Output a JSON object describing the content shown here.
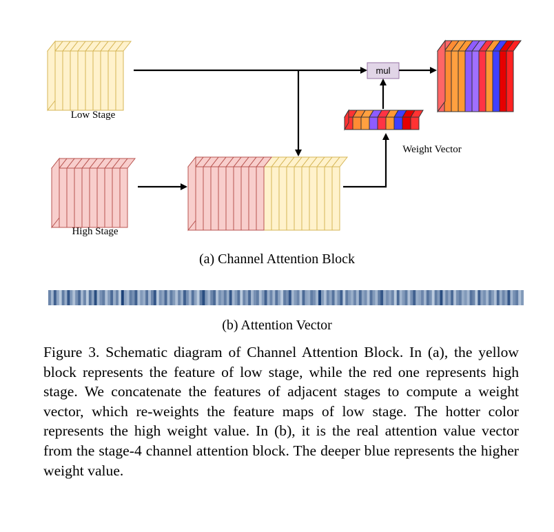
{
  "diagram": {
    "low_stage_label": "Low Stage",
    "high_stage_label": "High Stage",
    "mul_label": "mul",
    "weight_vector_label": "Weight Vector",
    "colors": {
      "low_fill": "#fff2cc",
      "low_stroke": "#d6b656",
      "high_fill": "#f8cecc",
      "high_stroke": "#b85450",
      "mul_fill": "#e1d5e7",
      "mul_stroke": "#9673a6",
      "weight_palette": [
        "#ff3333",
        "#ff8c33",
        "#ffa040",
        "#8e5cff",
        "#ff3344",
        "#ff9933",
        "#4040ff",
        "#e60000"
      ]
    }
  },
  "subcaption_a": "(a)  Channel Attention Block",
  "subcaption_b": "(b)  Attention Vector",
  "caption": "Figure 3. Schematic diagram of Channel Attention Block. In (a), the yellow block represents the feature of low stage, while the red one represents high stage. We concatenate the features of adjacent stages to compute a weight vector, which re-weights the feature maps of low stage.  The hotter color represents the high weight value.  In (b), it is the real attention value vector from the stage-4 channel attention block.  The deeper blue represents the higher weight value.",
  "attention_vector": {
    "colormap": "blues",
    "values": [
      0.55,
      0.3,
      0.75,
      0.4,
      0.2,
      0.6,
      0.35,
      0.8,
      0.45,
      0.25,
      0.5,
      0.7,
      0.3,
      0.55,
      0.2,
      0.65,
      0.4,
      0.85,
      0.3,
      0.5,
      0.6,
      0.25,
      0.45,
      0.7,
      0.35,
      0.55,
      0.2,
      0.9,
      0.4,
      0.3,
      0.6,
      0.5,
      0.75,
      0.25,
      0.45,
      0.35,
      0.65,
      0.3,
      0.55,
      0.8,
      0.2,
      0.5,
      0.4,
      0.7,
      0.3,
      0.6,
      0.45,
      0.25,
      0.55,
      0.35,
      0.75,
      0.5,
      0.3,
      0.65,
      0.4,
      0.2,
      0.6,
      0.85,
      0.45,
      0.3,
      0.55,
      0.7,
      0.25,
      0.5,
      0.4,
      0.6,
      0.35,
      0.8,
      0.3,
      0.45,
      0.65,
      0.2,
      0.55,
      0.4,
      0.7,
      0.3,
      0.5,
      0.6,
      0.25,
      0.45,
      0.75,
      0.35,
      0.55,
      0.3,
      0.65,
      0.4,
      0.2,
      0.6,
      0.5,
      0.8,
      0.3,
      0.45,
      0.55,
      0.25,
      0.7,
      0.4,
      0.35,
      0.6,
      0.5,
      0.3,
      0.9,
      0.45,
      0.25,
      0.55,
      0.4,
      0.65,
      0.3,
      0.5,
      0.75,
      0.2,
      0.6,
      0.45,
      0.35,
      0.55,
      0.3,
      0.7,
      0.4,
      0.5,
      0.25,
      0.65,
      0.45,
      0.3,
      0.6,
      0.8,
      0.35,
      0.5,
      0.4,
      0.55,
      0.2,
      0.7,
      0.3,
      0.45,
      0.6,
      0.25,
      0.5,
      0.75,
      0.35,
      0.4,
      0.55,
      0.3,
      0.65,
      0.5,
      0.2,
      0.6,
      0.45,
      0.85,
      0.3,
      0.55,
      0.4,
      0.7,
      0.25,
      0.5,
      0.6,
      0.35,
      0.45,
      0.3,
      0.65,
      0.55,
      0.2,
      0.75,
      0.4,
      0.5,
      0.3,
      0.6,
      0.45,
      0.25,
      0.7,
      0.35,
      0.55,
      0.4,
      0.8,
      0.3,
      0.5,
      0.6,
      0.25,
      0.45
    ]
  }
}
